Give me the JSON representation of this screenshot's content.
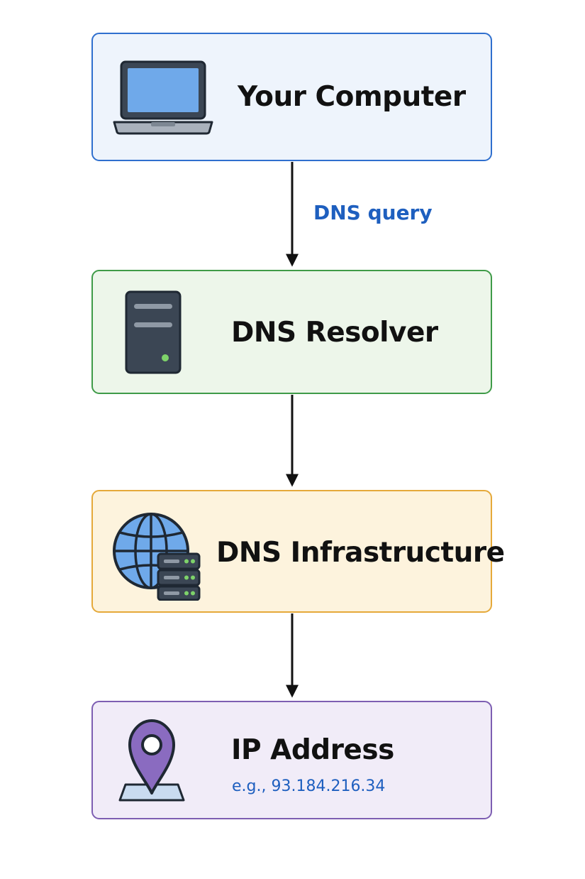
{
  "nodes": {
    "computer": {
      "label": "Your Computer",
      "icon": "laptop-icon",
      "fill": "#eef4fc",
      "border": "#2f6fce"
    },
    "resolver": {
      "label": "DNS Resolver",
      "icon": "server-tower-icon",
      "fill": "#edf6ea",
      "border": "#3f9b48"
    },
    "infrastructure": {
      "label": "DNS Infrastructure",
      "icon": "globe-server-icon",
      "fill": "#fdf3dd",
      "border": "#e5a93a"
    },
    "ip": {
      "label": "IP Address",
      "example": "e.g., 93.184.216.34",
      "icon": "location-pin-icon",
      "fill": "#f1ecf8",
      "border": "#7d5eb2"
    }
  },
  "edges": [
    {
      "from": "computer",
      "to": "resolver",
      "label": "DNS query"
    },
    {
      "from": "resolver",
      "to": "infrastructure",
      "label": ""
    },
    {
      "from": "infrastructure",
      "to": "ip",
      "label": ""
    }
  ],
  "colors": {
    "edge_label": "#1e5fbf",
    "example_text": "#1e5fbf",
    "arrow": "#111111"
  }
}
